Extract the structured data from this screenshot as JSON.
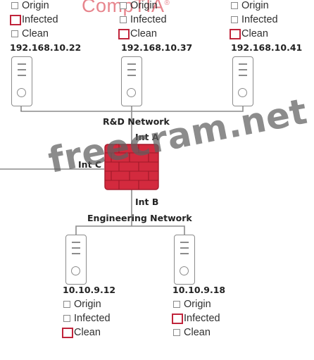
{
  "brand": {
    "logo_text": "CompTIA",
    "watermark": "freecram.net",
    "accent": "#c0243b",
    "firewall_color": "#d32a3e"
  },
  "option_labels": [
    "Origin",
    "Infected",
    "Clean"
  ],
  "rd_network": {
    "label": "R&D Network",
    "servers": [
      {
        "ip": "192.168.10.22",
        "selected": "Infected"
      },
      {
        "ip": "192.168.10.37",
        "selected": "Clean"
      },
      {
        "ip": "192.168.10.41",
        "selected": "Clean"
      }
    ]
  },
  "firewall": {
    "int_a": "Int A",
    "int_b": "Int B",
    "int_c": "Int C"
  },
  "engineering_network": {
    "label": "Engineering Network",
    "servers": [
      {
        "ip": "10.10.9.12",
        "selected": "Clean"
      },
      {
        "ip": "10.10.9.18",
        "selected": "Infected"
      }
    ]
  }
}
